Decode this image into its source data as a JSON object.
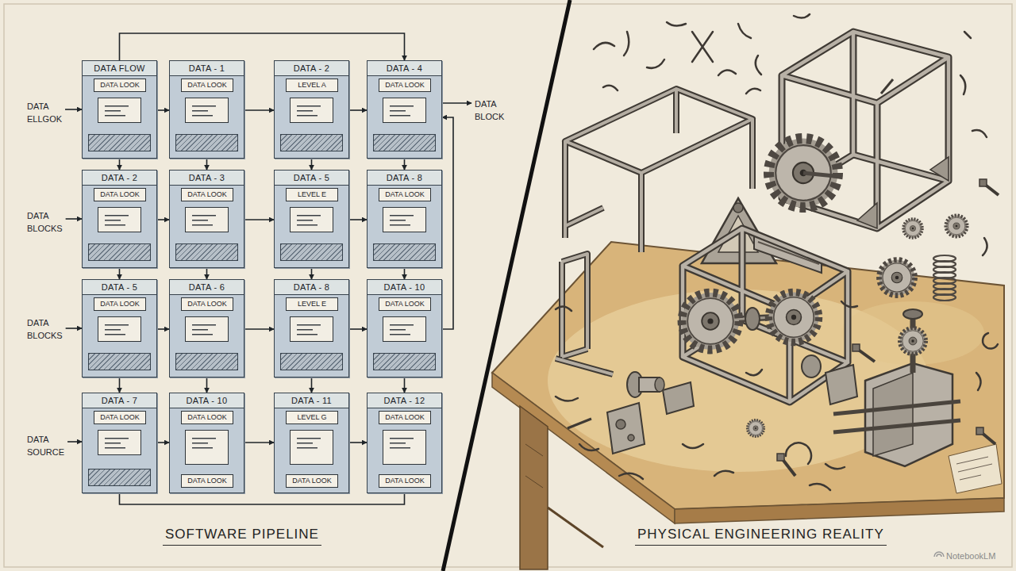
{
  "diagram": {
    "nodes": [
      {
        "text": [
          "DATA FLOW"
        ]
      },
      {
        "text": [
          "DATA LOOK"
        ],
        "in": 0
      },
      {
        "text": [
          "DATA - 1"
        ]
      },
      {
        "text": [
          "DATA LOOK"
        ],
        "in": 2
      },
      {
        "text": [
          "DATA - 2"
        ]
      },
      {
        "text": [
          "LEVEL A"
        ],
        "in": 4
      },
      {
        "text": [
          "DATA - 4"
        ]
      },
      {
        "text": [
          "DATA LOOK"
        ],
        "in": 6
      },
      {
        "text": [
          "DATA - 2"
        ]
      },
      {
        "text": [
          "DATA LOOK"
        ],
        "in": 8
      },
      {
        "text": [
          "DATA - 3"
        ]
      },
      {
        "text": [
          "DATA LOOK"
        ],
        "in": 10
      },
      {
        "text": [
          "DATA - 5"
        ]
      },
      {
        "text": [
          "LEVEL E"
        ],
        "in": 12
      },
      {
        "text": [
          "DATA - 8"
        ]
      },
      {
        "text": [
          "DATA LOOK"
        ],
        "in": 14
      },
      {
        "text": [
          "DATA - 5"
        ]
      },
      {
        "text": [
          "DATA LOOK"
        ],
        "in": 16
      },
      {
        "text": [
          "DATA - 6"
        ]
      },
      {
        "text": [
          "DATA LOOK"
        ],
        "in": 18
      },
      {
        "text": [
          "DATA - 8"
        ]
      },
      {
        "text": [
          "LEVEL E"
        ],
        "in": 20
      },
      {
        "text": [
          "DATA - 10"
        ]
      },
      {
        "text": [
          "DATA LOOK"
        ],
        "in": 22
      },
      {
        "text": [
          "DATA - 7"
        ]
      },
      {
        "text": [
          "DATA LOOK"
        ],
        "in": 24
      },
      {
        "text": [
          "DATA - 10"
        ]
      },
      {
        "text": [
          "DATA LOOK"
        ],
        "in": 26
      },
      {
        "text": [
          "DATA LOOK"
        ],
        "in": 26
      },
      {
        "text": [
          "DATA - 11"
        ]
      },
      {
        "text": [
          "LEVEL G"
        ],
        "in": 29
      },
      {
        "text": [
          "DATA LOOK"
        ],
        "in": 29
      },
      {
        "text": [
          "DATA - 12"
        ]
      },
      {
        "text": [
          "DATA LOOK"
        ],
        "in": 32
      },
      {
        "text": [
          "DATA LOOK"
        ],
        "in": 32
      }
    ],
    "edges": [
      {
        "from": 0,
        "to": 8,
        "arrow": "to"
      },
      {
        "from": 8,
        "to": 16,
        "arrow": "to"
      },
      {
        "from": 16,
        "to": 24,
        "arrow": "to"
      },
      {
        "from": 2,
        "to": 10,
        "arrow": "to"
      },
      {
        "from": 10,
        "to": 18,
        "arrow": "to"
      },
      {
        "from": 18,
        "to": 26,
        "arrow": "to"
      },
      {
        "from": 4,
        "to": 12,
        "arrow": "to"
      },
      {
        "from": 12,
        "to": 20,
        "arrow": "to"
      },
      {
        "from": 20,
        "to": 29,
        "arrow": "to"
      },
      {
        "from": 6,
        "to": 14,
        "arrow": "to"
      },
      {
        "from": 14,
        "to": 22,
        "arrow": "to"
      },
      {
        "from": 22,
        "to": 32,
        "arrow": "to"
      },
      {
        "from": 0,
        "to": 2,
        "arrow": "to"
      },
      {
        "from": 2,
        "to": 4,
        "arrow": "to"
      },
      {
        "from": 4,
        "to": 6,
        "arrow": "to"
      },
      {
        "from": 8,
        "to": 10,
        "arrow": "to"
      },
      {
        "from": 10,
        "to": 12,
        "arrow": "to"
      },
      {
        "from": 12,
        "to": 14,
        "arrow": "to"
      },
      {
        "from": 16,
        "to": 18,
        "arrow": "to"
      },
      {
        "from": 18,
        "to": 20,
        "arrow": "to"
      },
      {
        "from": 20,
        "to": 22,
        "arrow": "to"
      },
      {
        "from": 24,
        "to": 26,
        "arrow": "to"
      },
      {
        "from": 26,
        "to": 29,
        "arrow": "to"
      },
      {
        "from": 29,
        "to": 32,
        "arrow": "to"
      },
      {
        "from": 0,
        "to": 6,
        "arrow": "to"
      },
      {
        "from": 24,
        "to": 32,
        "arrow": "none"
      },
      {
        "from": 22,
        "to": 6,
        "arrow": "to"
      }
    ],
    "labels": [
      "DATA ELLGOK",
      "DATA BLOCKS",
      "DATA BLOCKS",
      "DATA SOURCE",
      "DATA BLOCK",
      "SOFTWARE PIPELINE",
      "PHYSICAL ENGINEERING REALITY",
      "NotebookLM"
    ]
  }
}
